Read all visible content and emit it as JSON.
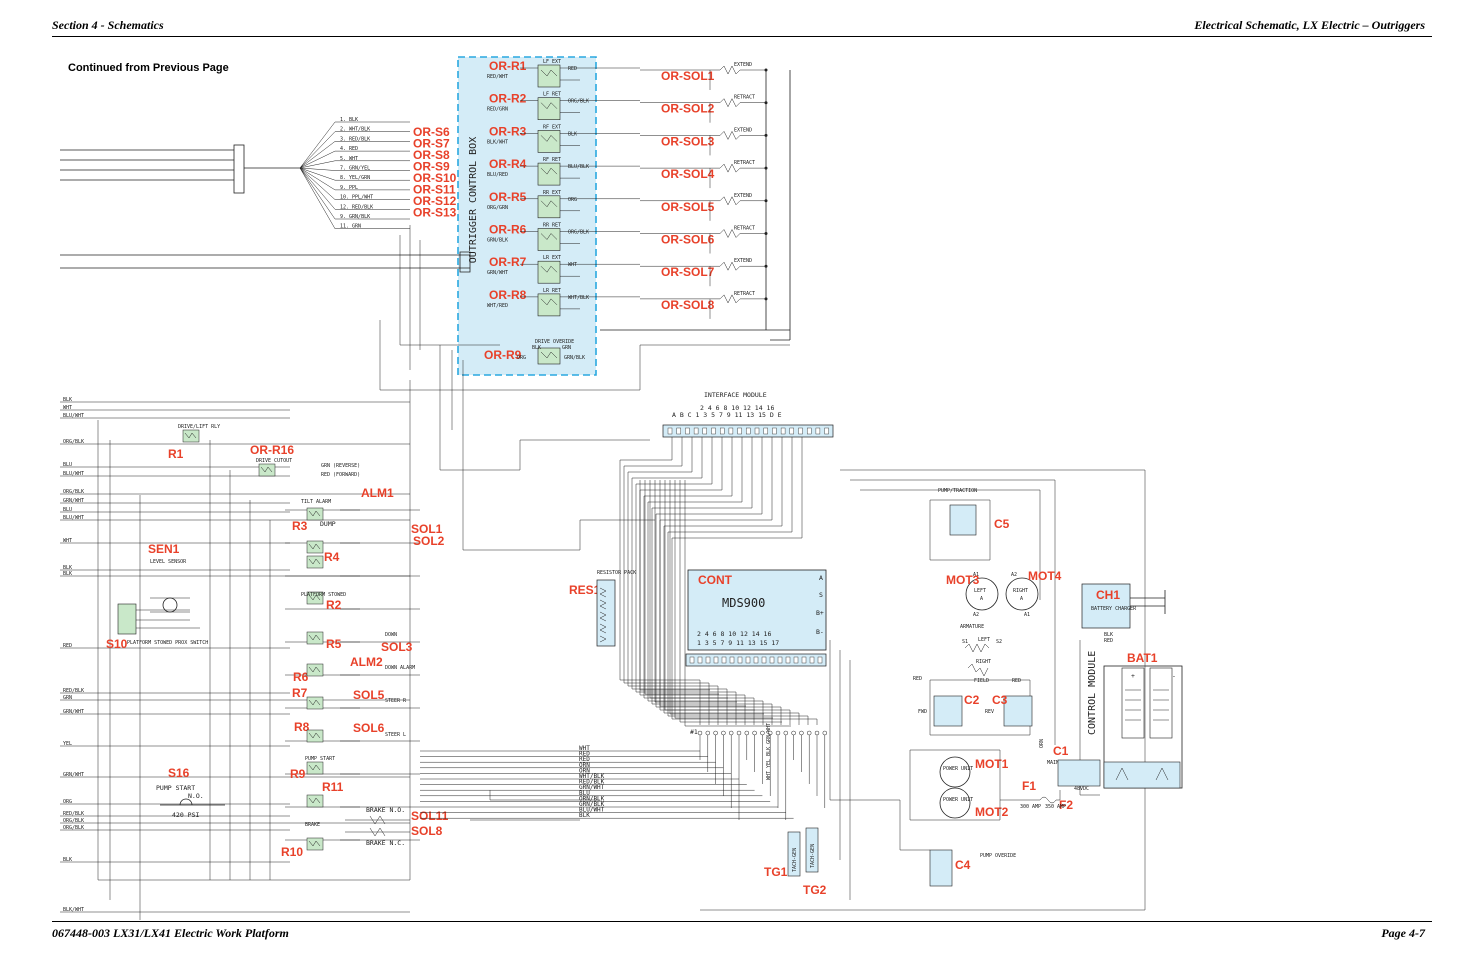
{
  "header": {
    "left": "Section 4 - Schematics",
    "right": "Electrical Schematic, LX Electric – Outriggers"
  },
  "footer": {
    "left": "067448-003  LX31/LX41 Electric Work Platform",
    "right": "Page 4-7"
  },
  "continued": "Continued from Previous Page",
  "colors": {
    "accent_red": "#e8412a",
    "box_blue": "#2aa8e0",
    "fill_blue": "#d4ecf7",
    "wire": "#222222"
  },
  "outrigger_box": {
    "title": "OUTRIGGER CONTROL BOX",
    "relays": [
      "OR-R1",
      "OR-R2",
      "OR-R3",
      "OR-R4",
      "OR-R5",
      "OR-R6",
      "OR-R7",
      "OR-R8"
    ],
    "relay9": "OR-R9",
    "relay_tags": [
      "LF EXT",
      "LF RET",
      "RF EXT",
      "RF RET",
      "RR EXT",
      "RR RET",
      "LR EXT",
      "LR RET"
    ],
    "in_wires": [
      "RED/WHT",
      "RED/GRN",
      "BLK/WHT",
      "BLU/RED",
      "ORG/GRN",
      "GRN/BLK",
      "GRN/WHT",
      "WHT/RED"
    ],
    "out_wires": [
      "RED",
      "ORG/BLK",
      "BLK",
      "BLU/BLK",
      "ORG",
      "ORG/BLK",
      "WHT",
      "WHT/BLK"
    ],
    "r9_tags": [
      "DRIVE OVERIDE",
      "BLK",
      "GRN",
      "ORG",
      "GRN/BLK"
    ]
  },
  "outrigger_switches": [
    "OR-S6",
    "OR-S7",
    "OR-S8",
    "OR-S9",
    "OR-S10",
    "OR-S11",
    "OR-S12",
    "OR-S13"
  ],
  "switch_wires": [
    "1. BLK",
    "2. WHT/BLK",
    "3. RED/BLK",
    "4. RED",
    "5. WHT",
    "7. GRN/YEL",
    "8. YEL/GRN",
    "9. PPL",
    "10. PPL/WHT",
    "12. RED/BLK",
    "9. GRN/BLK",
    "11. GRN"
  ],
  "solenoids": [
    "OR-SOL1",
    "OR-SOL2",
    "OR-SOL3",
    "OR-SOL4",
    "OR-SOL5",
    "OR-SOL6",
    "OR-SOL7",
    "OR-SOL8"
  ],
  "solenoid_tags": [
    "EXTEND",
    "RETRACT",
    "EXTEND",
    "RETRACT",
    "EXTEND",
    "RETRACT",
    "EXTEND",
    "RETRACT"
  ],
  "left_labels": [
    "R1",
    "OR-R16",
    "ALM1",
    "R3",
    "R4",
    "SOL1",
    "SOL2",
    "SEN1",
    "R2",
    "S10",
    "R5",
    "SOL3",
    "ALM2",
    "R6",
    "R7",
    "SOL5",
    "R8",
    "SOL6",
    "R9",
    "S16",
    "R11",
    "SOL11",
    "SOL8",
    "R10"
  ],
  "left_wires": [
    "BLK",
    "WHT",
    "BLU/WHT",
    "ORG/BLK",
    "BLU",
    "BLU/WHT",
    "ORG/BLK",
    "GRN/WHT",
    "BLU",
    "BLU/WHT",
    "WHT",
    "BLK",
    "BLK",
    "RED",
    "RED/BLK",
    "GRN",
    "GRN/WHT",
    "YEL",
    "GRN/WHT",
    "ORG",
    "RED/BLK",
    "ORG/BLK",
    "ORG/BLK",
    "BLK",
    "BLK/WHT"
  ],
  "small_tags": {
    "r1": "DRIVE/LIFT RLY",
    "or_r16": "DRIVE CUTOUT",
    "alm1": "TILT ALARM",
    "dump": "DUMP",
    "sen1": "LEVEL SENSOR",
    "s10": "PLATFORM STOWED PROX SWITCH",
    "r2": "PLATFORM STOWED",
    "down": "DOWN",
    "down_alarm": "DOWN ALARM",
    "steer_r": "STEER R",
    "steer_l": "STEER L",
    "pump_start": "PUMP START",
    "brake": "BRAKE",
    "reverse": "GRN (REVERSE)",
    "forward": "RED (FORWARD)"
  },
  "s16": {
    "label": "PUMP START",
    "contact": "N.O.",
    "pressure": "420 PSI"
  },
  "brake": {
    "no": "BRAKE N.O.",
    "nc": "BRAKE N.C."
  },
  "interface": {
    "title": "INTERFACE MODULE",
    "pins_top": "A B C 1  3  5  7  9  11  13  15  D  E",
    "pins_even": "2  4  6  8  10  12  14  16"
  },
  "controller": {
    "label": "CONT",
    "model": "MDS900",
    "terminals": [
      "A",
      "S",
      "B+",
      "B-"
    ],
    "pins_even": "2  4  6  8  10  12  14  16",
    "pins_odd": "1  3  5  7  9  11  13  15  17"
  },
  "res1": {
    "label": "RES1",
    "title": "RESISTOR PACK"
  },
  "harness_wires": [
    "WHT",
    "RED",
    "RED",
    "ORN",
    "ORN",
    "WHT/BLK",
    "RED/BLK",
    "GRN/WHT",
    "BLU",
    "ORN/BLK",
    "GRN/BLK",
    "BLU/WHT",
    "BLK"
  ],
  "harness_pin_label": "#1",
  "tach_labels": [
    "TG1",
    "TG2"
  ],
  "tach_text": "TACH-GEN",
  "tach_wires": "WHT  YEL  BLK  GRN/WHT",
  "pump_traction": "PUMP/TRACTION",
  "c5": "C5",
  "mot3": {
    "label": "MOT3",
    "name": "LEFT",
    "a": "A",
    "a1": "A1",
    "a2": "A2"
  },
  "mot4": {
    "label": "MOT4",
    "name": "RIGHT",
    "a": "A",
    "a1": "A1",
    "a2": "A2"
  },
  "ch1": {
    "label": "CH1",
    "text": "BATTERY CHARGER",
    "blk": "BLK",
    "red": "RED"
  },
  "field": {
    "armature": "ARMATURE",
    "left": "LEFT",
    "right": "RIGHT",
    "s1": "S1",
    "s2": "S2",
    "field": "FIELD",
    "fwd": "FWD",
    "rev": "REV",
    "red": "RED",
    "red2": "RED"
  },
  "c2": "C2",
  "c3": "C3",
  "bat1": {
    "label": "BAT1",
    "plus": "+",
    "minus": "-"
  },
  "control_module": "CONTROL MODULE",
  "c1": {
    "label": "C1",
    "text": "MAIN POWER"
  },
  "volt": "48VDC",
  "mot1": {
    "label": "MOT1",
    "text": "POWER UNIT"
  },
  "mot2": {
    "label": "MOT2",
    "text": "POWER UNIT"
  },
  "f1": {
    "label": "F1",
    "amp": "300 AMP"
  },
  "f2": {
    "label": "F2",
    "amp": "350 AMP"
  },
  "c4": {
    "label": "C4",
    "text": "PUMP OVERIDE"
  },
  "orn": "ORN"
}
